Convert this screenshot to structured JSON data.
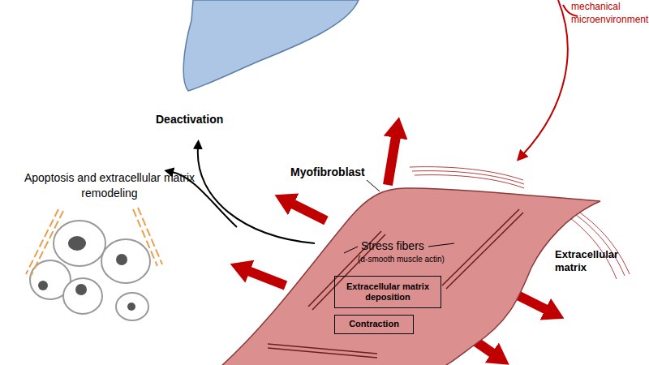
{
  "diagram": {
    "nodes": [
      {
        "text": [
          "Myofibroblast",
          "Stress fibers",
          "(α-smooth muscle actin)"
        ]
      },
      {
        "text": [
          "Extracellular matrix deposition"
        ],
        "in": 0
      },
      {
        "text": [
          "Contraction"
        ],
        "in": 0
      }
    ],
    "labels": [
      "mechanical microenvironment",
      "Deactivation",
      "Apoptosis and extracellular matrix remodeling",
      "Extracellular matrix"
    ]
  }
}
